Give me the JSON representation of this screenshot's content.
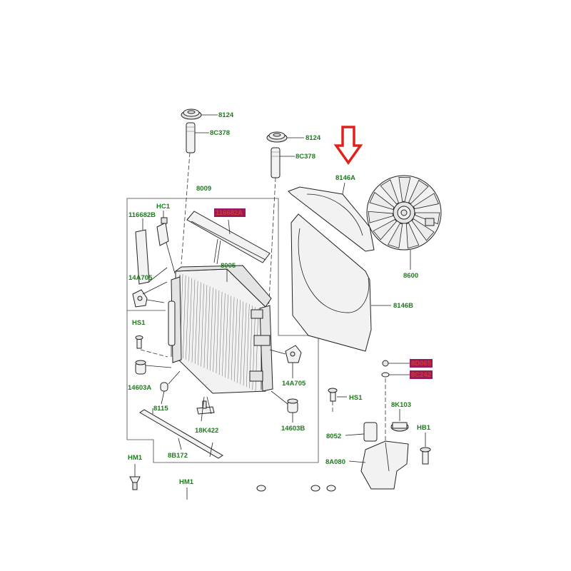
{
  "labels": {
    "p8124a": "8124",
    "p8c378a": "8C378",
    "p8124b": "8124",
    "p8c378b": "8C378",
    "p8146a": "8146A",
    "p8009": "8009",
    "p116682b": "116682B",
    "hc1": "HC1",
    "p116682a": "116682A",
    "p8005": "8005",
    "p14a705a": "14A705",
    "p8600": "8600",
    "p8146b": "8146B",
    "hs1a": "HS1",
    "p14603a": "14603A",
    "p14a705b": "14A705",
    "p8115": "8115",
    "p18k422": "18K422",
    "p14603b": "14603B",
    "hs1b": "HS1",
    "p8b172": "8B172",
    "hm1a": "HM1",
    "hm1b": "HM1",
    "p8052": "8052",
    "p8a080": "8A080",
    "p8k103": "8K103",
    "hb1": "HB1",
    "p8d065": "8D065",
    "p8c242": "8C242"
  },
  "colors": {
    "label": "#1f7a1f",
    "highlight_bg": "#9b1b5a",
    "highlight_text": "#d23a2a",
    "callout_arrow": "#e0201c"
  },
  "icons": {
    "callout": "down-arrow-icon"
  }
}
